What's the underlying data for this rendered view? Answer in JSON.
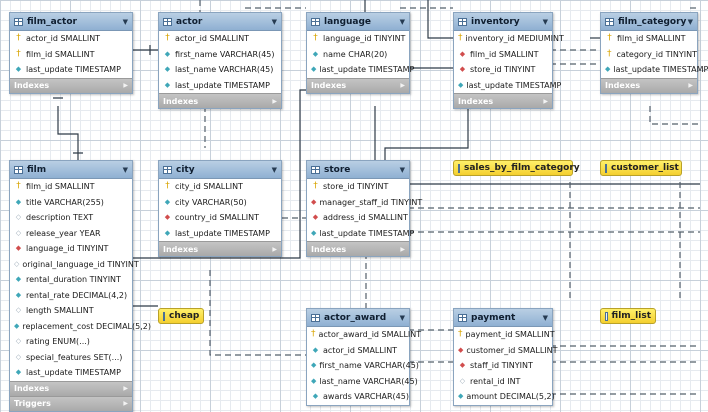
{
  "colors": {
    "header": "#9fbedd",
    "view": "#f7dc46",
    "pk_icon": "#d8a400",
    "fk_icon": "#d14d4d",
    "column_icon": "#3fa7b8",
    "section": "#b3b3b3"
  },
  "tables": {
    "film_actor": {
      "name": "film_actor",
      "columns": [
        {
          "text": "actor_id SMALLINT",
          "key": "pk"
        },
        {
          "text": "film_id SMALLINT",
          "key": "pk"
        },
        {
          "text": "last_update TIMESTAMP",
          "key": "col"
        }
      ],
      "sections": [
        "Indexes"
      ]
    },
    "actor": {
      "name": "actor",
      "columns": [
        {
          "text": "actor_id SMALLINT",
          "key": "pk"
        },
        {
          "text": "first_name VARCHAR(45)",
          "key": "col"
        },
        {
          "text": "last_name VARCHAR(45)",
          "key": "col"
        },
        {
          "text": "last_update TIMESTAMP",
          "key": "col"
        }
      ],
      "sections": [
        "Indexes"
      ]
    },
    "language": {
      "name": "language",
      "columns": [
        {
          "text": "language_id TINYINT",
          "key": "pk"
        },
        {
          "text": "name CHAR(20)",
          "key": "col"
        },
        {
          "text": "last_update TIMESTAMP",
          "key": "col"
        }
      ],
      "sections": [
        "Indexes"
      ]
    },
    "inventory": {
      "name": "inventory",
      "columns": [
        {
          "text": "inventory_id MEDIUMINT",
          "key": "pk"
        },
        {
          "text": "film_id SMALLINT",
          "key": "fk"
        },
        {
          "text": "store_id TINYINT",
          "key": "fk"
        },
        {
          "text": "last_update TIMESTAMP",
          "key": "col"
        }
      ],
      "sections": [
        "Indexes"
      ]
    },
    "film_category": {
      "name": "film_category",
      "columns": [
        {
          "text": "film_id SMALLINT",
          "key": "pk"
        },
        {
          "text": "category_id TINYINT",
          "key": "pk"
        },
        {
          "text": "last_update TIMESTAMP",
          "key": "col"
        }
      ],
      "sections": [
        "Indexes"
      ]
    },
    "film": {
      "name": "film",
      "columns": [
        {
          "text": "film_id SMALLINT",
          "key": "pk"
        },
        {
          "text": "title VARCHAR(255)",
          "key": "col"
        },
        {
          "text": "description TEXT",
          "key": "null"
        },
        {
          "text": "release_year YEAR",
          "key": "null"
        },
        {
          "text": "language_id TINYINT",
          "key": "fk"
        },
        {
          "text": "original_language_id TINYINT",
          "key": "null"
        },
        {
          "text": "rental_duration TINYINT",
          "key": "col"
        },
        {
          "text": "rental_rate DECIMAL(4,2)",
          "key": "col"
        },
        {
          "text": "length SMALLINT",
          "key": "null"
        },
        {
          "text": "replacement_cost DECIMAL(5,2)",
          "key": "col"
        },
        {
          "text": "rating ENUM(...)",
          "key": "null"
        },
        {
          "text": "special_features SET(...)",
          "key": "null"
        },
        {
          "text": "last_update TIMESTAMP",
          "key": "col"
        }
      ],
      "sections": [
        "Indexes",
        "Triggers"
      ]
    },
    "city": {
      "name": "city",
      "columns": [
        {
          "text": "city_id SMALLINT",
          "key": "pk"
        },
        {
          "text": "city VARCHAR(50)",
          "key": "col"
        },
        {
          "text": "country_id SMALLINT",
          "key": "fk"
        },
        {
          "text": "last_update TIMESTAMP",
          "key": "col"
        }
      ],
      "sections": [
        "Indexes"
      ]
    },
    "store": {
      "name": "store",
      "columns": [
        {
          "text": "store_id TINYINT",
          "key": "pk"
        },
        {
          "text": "manager_staff_id TINYINT",
          "key": "fk"
        },
        {
          "text": "address_id SMALLINT",
          "key": "fk"
        },
        {
          "text": "last_update TIMESTAMP",
          "key": "col"
        }
      ],
      "sections": [
        "Indexes"
      ]
    },
    "actor_award": {
      "name": "actor_award",
      "columns": [
        {
          "text": "actor_award_id SMALLINT",
          "key": "pk"
        },
        {
          "text": "actor_id SMALLINT",
          "key": "col"
        },
        {
          "text": "first_name VARCHAR(45)",
          "key": "col"
        },
        {
          "text": "last_name VARCHAR(45)",
          "key": "col"
        },
        {
          "text": "awards VARCHAR(45)",
          "key": "col"
        }
      ],
      "sections": []
    },
    "payment": {
      "name": "payment",
      "columns": [
        {
          "text": "payment_id SMALLINT",
          "key": "pk"
        },
        {
          "text": "customer_id SMALLINT",
          "key": "fk"
        },
        {
          "text": "staff_id TINYINT",
          "key": "fk"
        },
        {
          "text": "rental_id INT",
          "key": "null"
        },
        {
          "text": "amount DECIMAL(5,2)",
          "key": "col"
        }
      ],
      "sections": []
    }
  },
  "views": {
    "sales_by_film_category": "sales_by_film_category",
    "customer_list": "customer_list",
    "cheap": "cheap",
    "film_list": "film_list"
  }
}
